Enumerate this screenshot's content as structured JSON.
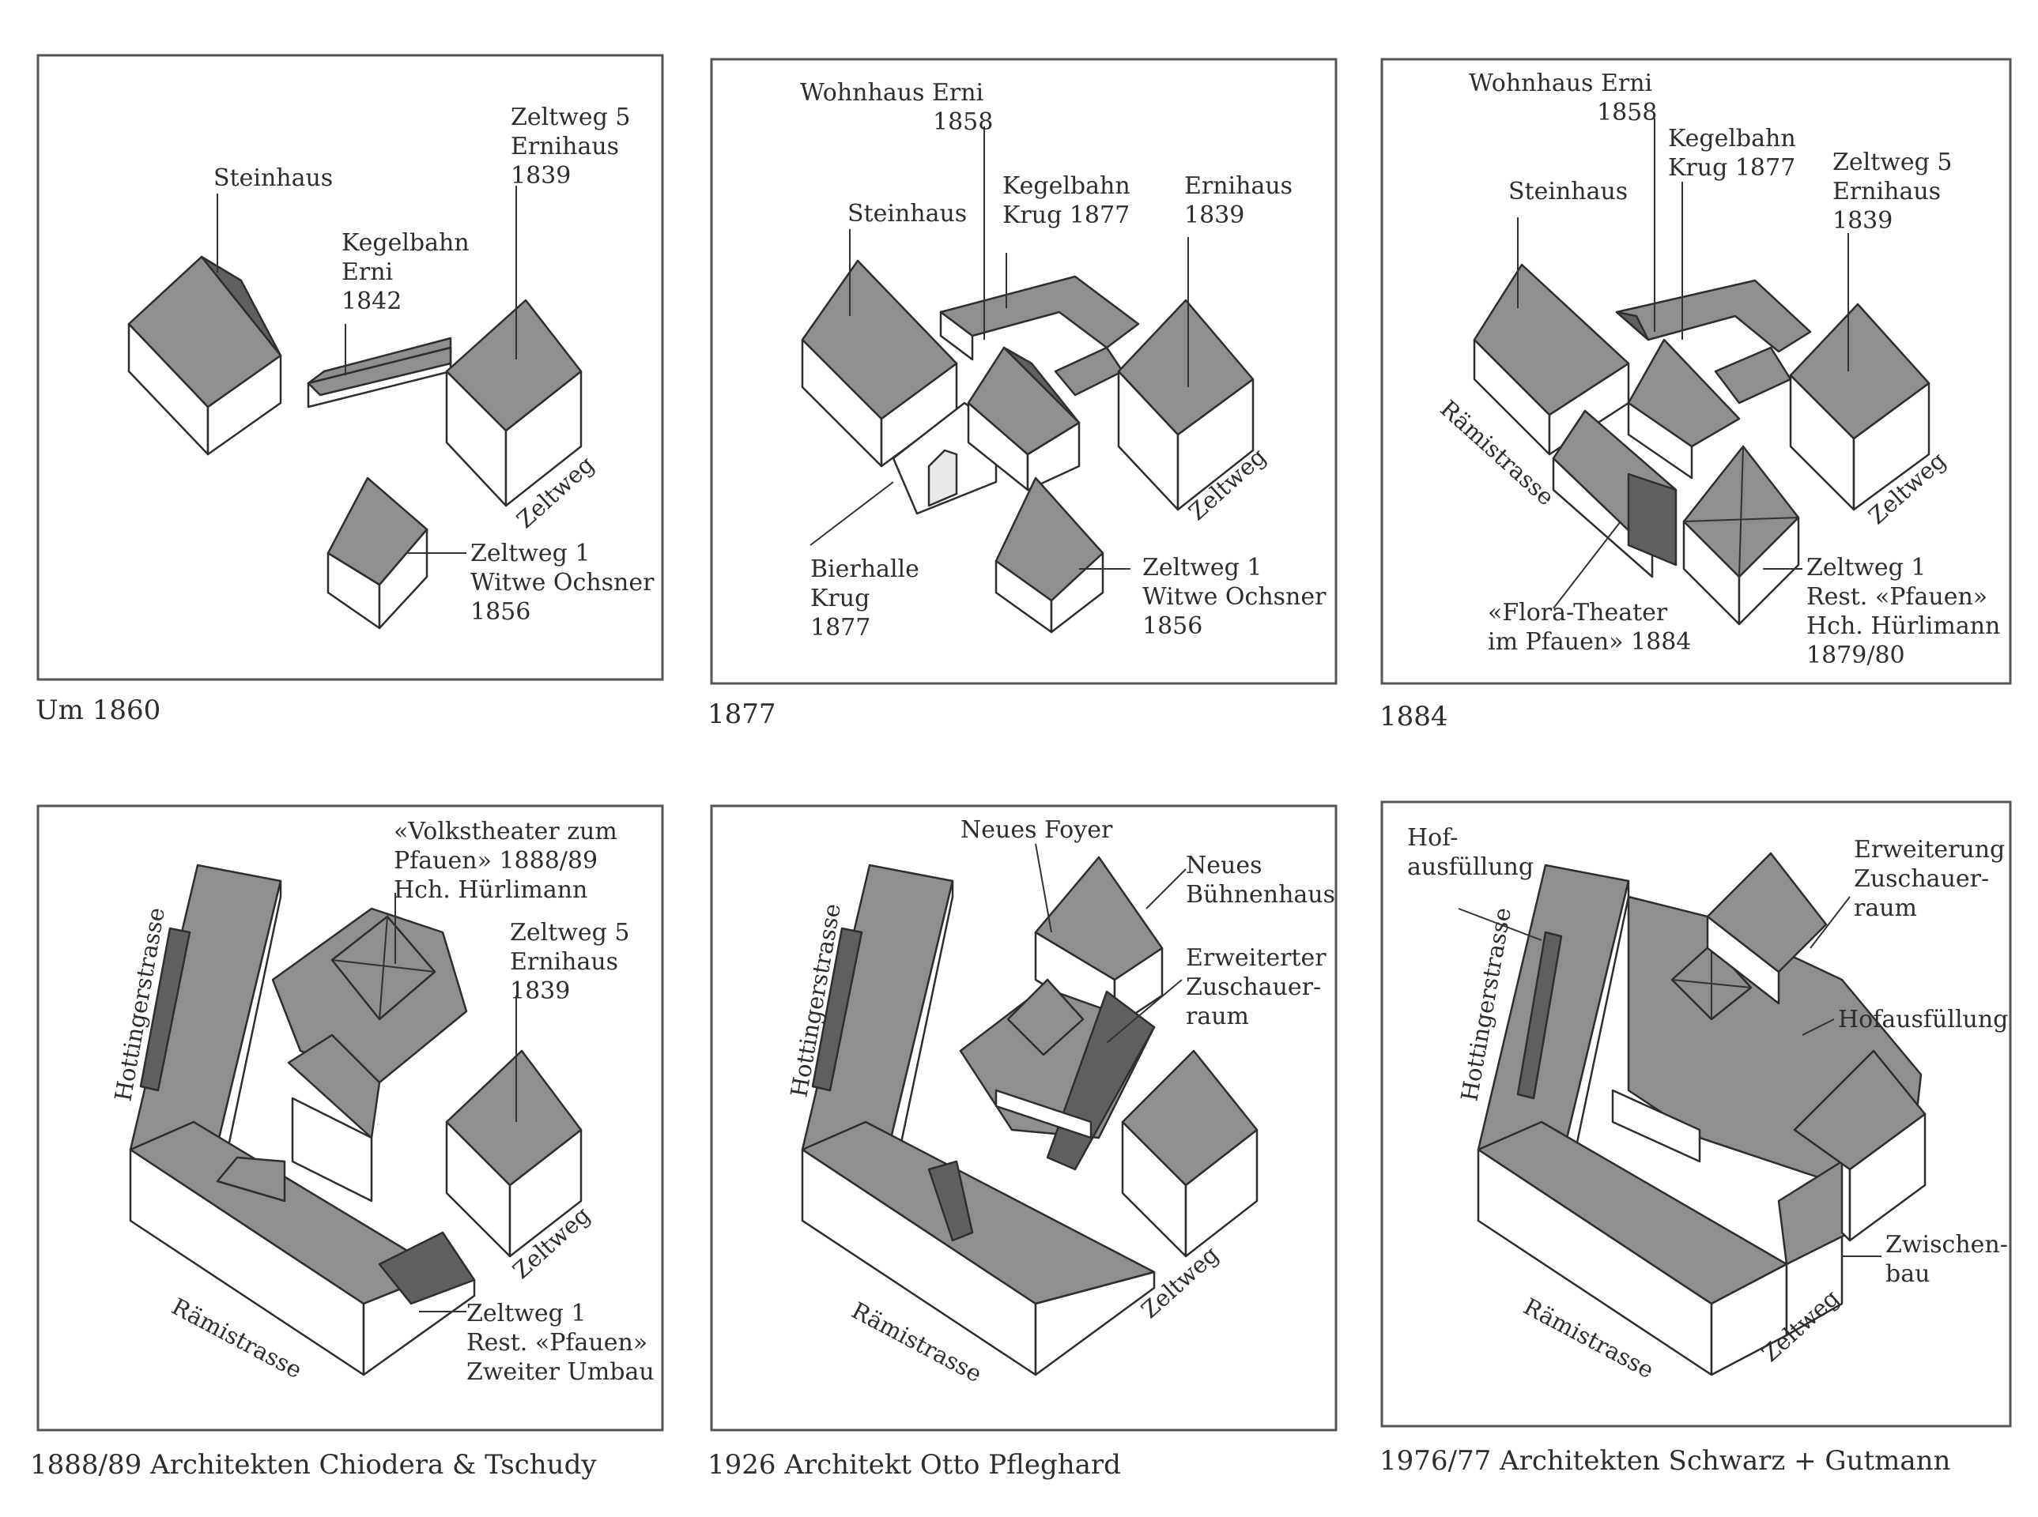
{
  "panels": [
    {
      "caption": "Um 1860",
      "labels": [
        {
          "id": "steinhaus",
          "lines": [
            "Steinhaus"
          ]
        },
        {
          "id": "kegelbahn",
          "lines": [
            "Kegelbahn",
            "Erni",
            "1842"
          ]
        },
        {
          "id": "zeltweg5",
          "lines": [
            "Zeltweg 5",
            "Ernihaus",
            "1839"
          ]
        },
        {
          "id": "zeltweg1",
          "lines": [
            "Zeltweg 1",
            "Witwe Ochsner",
            "1856"
          ]
        }
      ],
      "streets": [
        "Zeltweg"
      ]
    },
    {
      "caption": "1877",
      "labels": [
        {
          "id": "wohnhaus",
          "lines": [
            "Wohnhaus Erni",
            "1858"
          ]
        },
        {
          "id": "steinhaus",
          "lines": [
            "Steinhaus"
          ]
        },
        {
          "id": "kegelbahn",
          "lines": [
            "Kegelbahn",
            "Krug 1877"
          ]
        },
        {
          "id": "ernihaus",
          "lines": [
            "Ernihaus",
            "1839"
          ]
        },
        {
          "id": "bierhalle",
          "lines": [
            "Bierhalle",
            "Krug",
            "1877"
          ]
        },
        {
          "id": "zeltweg1",
          "lines": [
            "Zeltweg 1",
            "Witwe Ochsner",
            "1856"
          ]
        }
      ],
      "streets": [
        "Zeltweg"
      ]
    },
    {
      "caption": "1884",
      "labels": [
        {
          "id": "wohnhaus",
          "lines": [
            "Wohnhaus Erni",
            "1858"
          ]
        },
        {
          "id": "kegelbahn",
          "lines": [
            "Kegelbahn",
            "Krug 1877"
          ]
        },
        {
          "id": "steinhaus",
          "lines": [
            "Steinhaus"
          ]
        },
        {
          "id": "zeltweg5",
          "lines": [
            "Zeltweg 5",
            "Ernihaus",
            "1839"
          ]
        },
        {
          "id": "flora",
          "lines": [
            "«Flora-Theater",
            "im Pfauen» 1884"
          ]
        },
        {
          "id": "zeltweg1",
          "lines": [
            "Zeltweg 1",
            "Rest. «Pfauen»",
            "Hch. Hürlimann",
            "1879/80"
          ]
        }
      ],
      "streets": [
        "Rämistrasse",
        "Zeltweg"
      ]
    },
    {
      "caption": "1888/89 Architekten Chiodera & Tschudy",
      "labels": [
        {
          "id": "volkstheater",
          "lines": [
            "«Volkstheater zum",
            "Pfauen» 1888/89",
            "Hch. Hürlimann"
          ]
        },
        {
          "id": "zeltweg5",
          "lines": [
            "Zeltweg 5",
            "Ernihaus",
            "1839"
          ]
        },
        {
          "id": "zeltweg1",
          "lines": [
            "Zeltweg 1",
            "Rest. «Pfauen»",
            "Zweiter Umbau"
          ]
        }
      ],
      "streets": [
        "Hottingerstrasse",
        "Rämistrasse",
        "Zeltweg"
      ]
    },
    {
      "caption": "1926 Architekt Otto Pfleghard",
      "labels": [
        {
          "id": "foyer",
          "lines": [
            "Neues Foyer"
          ]
        },
        {
          "id": "buehnenhaus",
          "lines": [
            "Neues",
            "Bühnenhaus"
          ]
        },
        {
          "id": "zuschauer",
          "lines": [
            "Erweiterter",
            "Zuschauer-",
            "raum"
          ]
        }
      ],
      "streets": [
        "Hottingerstrasse",
        "Rämistrasse",
        "Zeltweg"
      ]
    },
    {
      "caption": "1976/77 Architekten Schwarz + Gutmann",
      "labels": [
        {
          "id": "hof1",
          "lines": [
            "Hof-",
            "ausfüllung"
          ]
        },
        {
          "id": "erweiterung",
          "lines": [
            "Erweiterung",
            "Zuschauer-",
            "raum"
          ]
        },
        {
          "id": "hof2",
          "lines": [
            "Hofausfüllung"
          ]
        },
        {
          "id": "zwischenbau",
          "lines": [
            "Zwischen-",
            "bau"
          ]
        }
      ],
      "streets": [
        "Hottingerstrasse",
        "Rämistrasse",
        "Zeltweg"
      ]
    }
  ]
}
